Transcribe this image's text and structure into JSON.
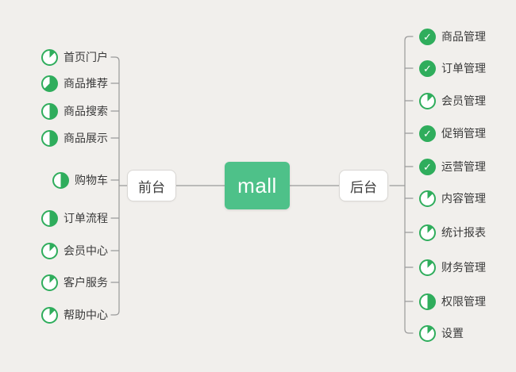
{
  "diagram": {
    "type": "mindmap",
    "background_color": "#f1efec",
    "line_color": "#9a9a9a",
    "accent_green": "#4ec189",
    "icon_green": "#2fad5c"
  },
  "icons": {
    "check_glyph": "✓",
    "progress_icon_name": "progress-pie-icon",
    "done_icon_name": "check-icon"
  },
  "root": {
    "label": "mall"
  },
  "branches": {
    "front": {
      "label": "前台",
      "items": [
        {
          "label": "首页门户",
          "progress": "1/8"
        },
        {
          "label": "商品推荐",
          "progress": "5/8"
        },
        {
          "label": "商品搜索",
          "progress": "1/2"
        },
        {
          "label": "商品展示",
          "progress": "1/2"
        },
        {
          "label": "购物车",
          "progress": "1/2"
        },
        {
          "label": "订单流程",
          "progress": "1/2"
        },
        {
          "label": "会员中心",
          "progress": "1/8"
        },
        {
          "label": "客户服务",
          "progress": "1/8"
        },
        {
          "label": "帮助中心",
          "progress": "1/8"
        }
      ]
    },
    "back": {
      "label": "后台",
      "items": [
        {
          "label": "商品管理",
          "progress": "done"
        },
        {
          "label": "订单管理",
          "progress": "done"
        },
        {
          "label": "会员管理",
          "progress": "1/8"
        },
        {
          "label": "促销管理",
          "progress": "done"
        },
        {
          "label": "运营管理",
          "progress": "done"
        },
        {
          "label": "内容管理",
          "progress": "1/8"
        },
        {
          "label": "统计报表",
          "progress": "1/8"
        },
        {
          "label": "财务管理",
          "progress": "1/8"
        },
        {
          "label": "权限管理",
          "progress": "1/2"
        },
        {
          "label": "设置",
          "progress": "1/8"
        }
      ]
    }
  }
}
